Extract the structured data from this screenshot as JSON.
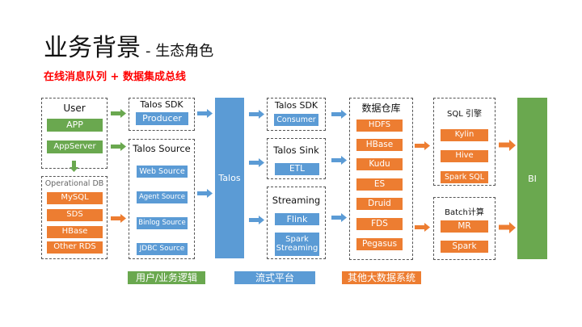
{
  "title": {
    "main": "业务背景",
    "sub": "- 生态角色"
  },
  "subtitle": "在线消息队列 + 数据集成总线",
  "colors": {
    "green": "#6aa84f",
    "blue": "#5b9bd5",
    "orange": "#ed7d31",
    "red": "#ff0000"
  },
  "user_box": {
    "header": "User",
    "items": [
      "APP",
      "AppServer"
    ]
  },
  "opdb_box": {
    "header": "Operational DB",
    "items": [
      "MySQL",
      "SDS",
      "HBase",
      "Other RDS"
    ]
  },
  "talos_sdk_producer": {
    "header": "Talos SDK",
    "items": [
      "Producer"
    ]
  },
  "talos_source": {
    "header": "Talos Source",
    "items": [
      "Web Source",
      "Agent Source",
      "Binlog Source",
      "JDBC Source"
    ]
  },
  "talos_bar": "Talos",
  "talos_sdk_consumer": {
    "header": "Talos SDK",
    "items": [
      "Consumer"
    ]
  },
  "talos_sink": {
    "header": "Talos Sink",
    "items": [
      "ETL"
    ]
  },
  "streaming": {
    "header": "Streaming",
    "items": [
      "Flink",
      "Spark Streaming"
    ]
  },
  "warehouse": {
    "header": "数据仓库",
    "items": [
      "HDFS",
      "HBase",
      "Kudu",
      "ES",
      "Druid",
      "FDS",
      "Pegasus"
    ]
  },
  "sql_engine": {
    "header": "SQL 引擎",
    "items": [
      "Kylin",
      "Hive",
      "Spark SQL"
    ]
  },
  "batch": {
    "header": "Batch计算",
    "items": [
      "MR",
      "Spark"
    ]
  },
  "bi_bar": "BI",
  "legend": [
    "用户/业务逻辑",
    "流式平台",
    "其他大数据系统"
  ]
}
